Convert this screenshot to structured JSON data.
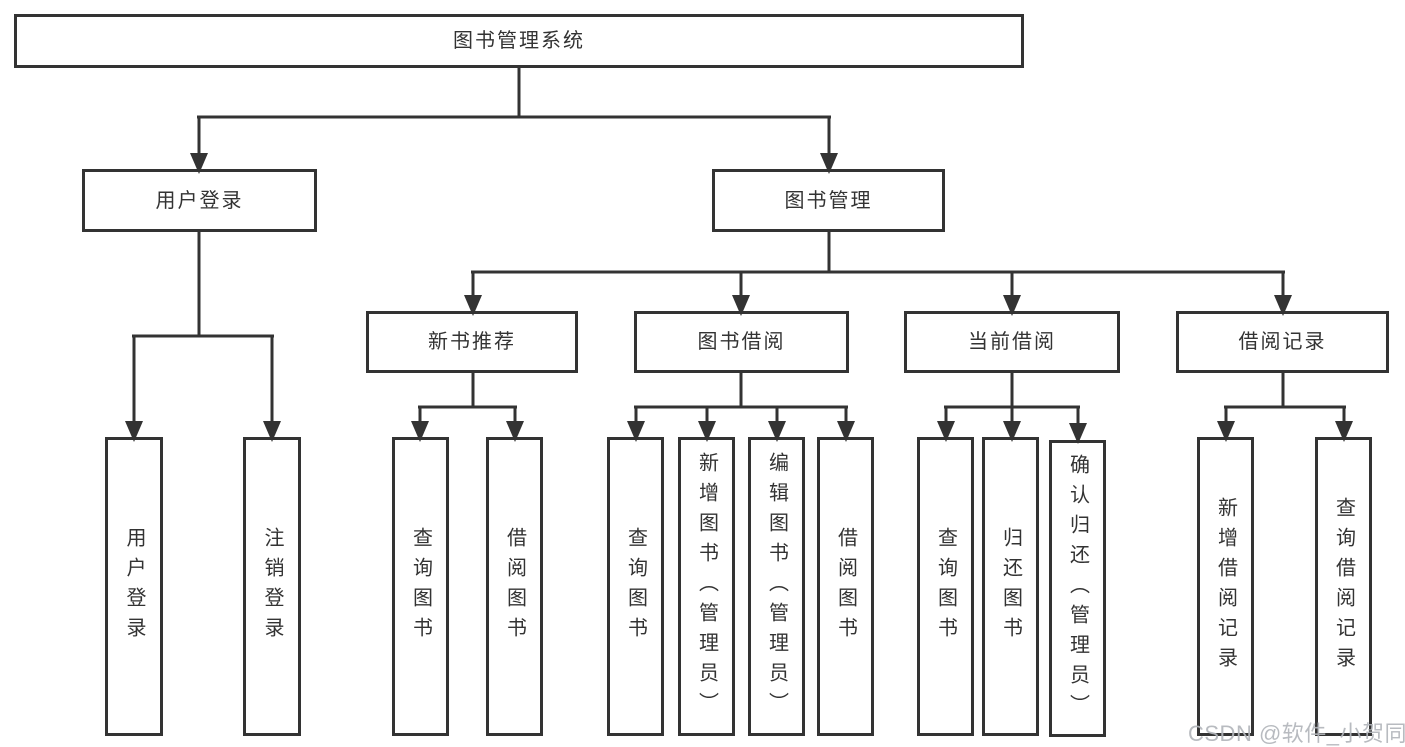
{
  "diagram": {
    "root": {
      "label": "图书管理系统"
    },
    "branches": [
      {
        "label": "用户登录",
        "children": [
          {
            "label": "用户登录"
          },
          {
            "label": "注销登录"
          }
        ]
      },
      {
        "label": "图书管理",
        "children": [
          {
            "label": "新书推荐",
            "children": [
              {
                "label": "查询图书"
              },
              {
                "label": "借阅图书"
              }
            ]
          },
          {
            "label": "图书借阅",
            "children": [
              {
                "label": "查询图书"
              },
              {
                "label": "新增图书（管理员）"
              },
              {
                "label": "编辑图书（管理员）"
              },
              {
                "label": "借阅图书"
              }
            ]
          },
          {
            "label": "当前借阅",
            "children": [
              {
                "label": "查询图书"
              },
              {
                "label": "归还图书"
              },
              {
                "label": "确认归还（管理员）"
              }
            ]
          },
          {
            "label": "借阅记录",
            "children": [
              {
                "label": "新增借阅记录"
              },
              {
                "label": "查询借阅记录"
              }
            ]
          }
        ]
      }
    ]
  },
  "watermark": {
    "text": "CSDN @软件_小贺同学"
  },
  "colors": {
    "line": "#333333",
    "text": "#333333",
    "background": "#ffffff",
    "watermark": "#b2b6bb"
  }
}
